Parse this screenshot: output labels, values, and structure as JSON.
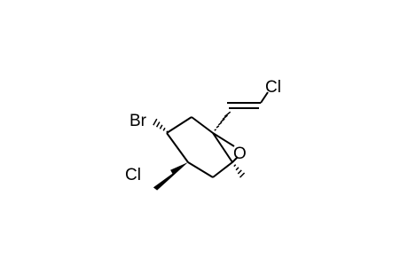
{
  "molecule": {
    "atoms": {
      "br": "Br",
      "cl_ring": "Cl",
      "oxygen": "O",
      "cl_vinyl": "Cl"
    }
  }
}
